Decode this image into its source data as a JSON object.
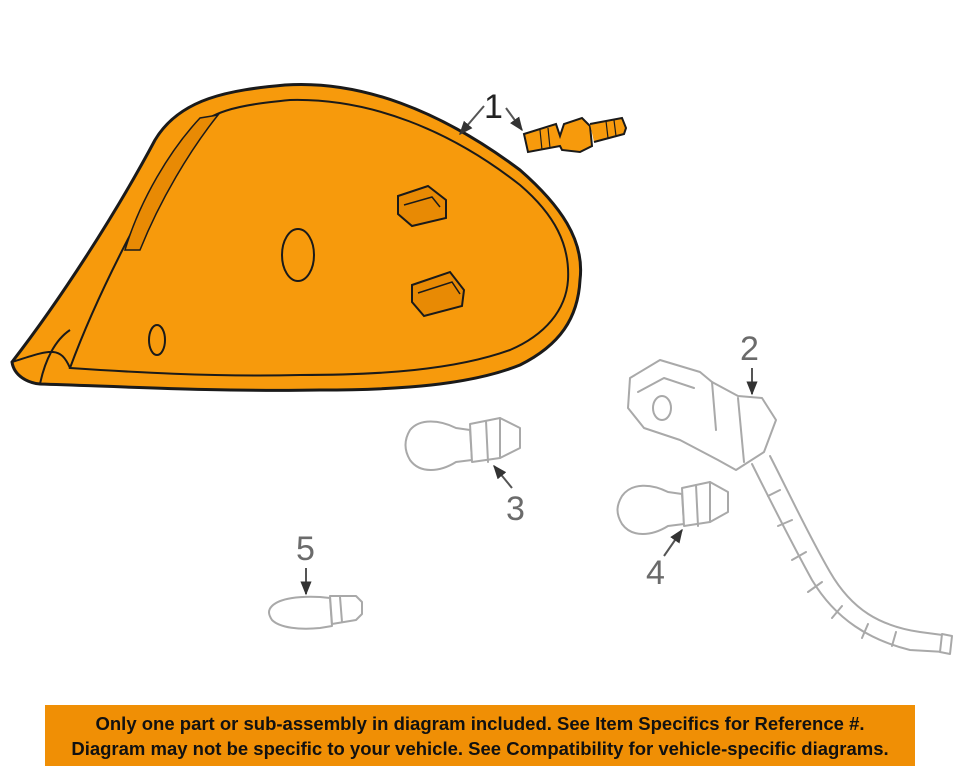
{
  "callouts": {
    "c1": "1",
    "c2": "2",
    "c3": "3",
    "c4": "4",
    "c5": "5"
  },
  "parts": {
    "lamp_color": "#f79a0c",
    "lamp_shade": "#e88a04",
    "outline_color": "#1a1a1a",
    "line_art_color": "#a9a9a9"
  },
  "banner": {
    "line1": "Only one part or sub-assembly in diagram included. See Item Specifics for Reference #.",
    "line2": "Diagram may not be specific to your vehicle. See Compatibility for vehicle-specific diagrams.",
    "background": "#f08f05"
  }
}
